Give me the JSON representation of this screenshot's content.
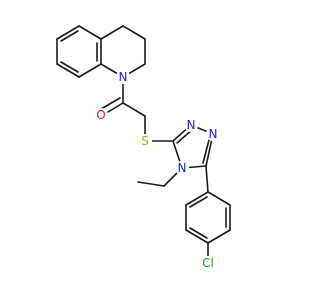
{
  "molecule": {
    "atom_labels": {
      "N_quinoline": "N",
      "O_carbonyl": "O",
      "S_thioether": "S",
      "N_triazole_1": "N",
      "N_triazole_2": "N",
      "N_triazole_4": "N",
      "Cl": "Cl"
    },
    "colors": {
      "nitrogen": "#1f1fe0",
      "oxygen": "#e01f1f",
      "sulfur": "#b8a200",
      "chlorine": "#1f9e1f",
      "bond": "#1a1a1a"
    }
  }
}
